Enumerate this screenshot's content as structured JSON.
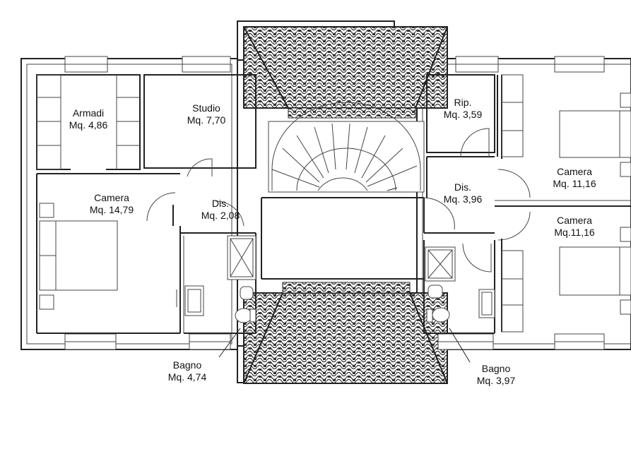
{
  "rooms": {
    "armadi": {
      "name": "Armadi",
      "area": "Mq. 4,86"
    },
    "studio": {
      "name": "Studio",
      "area": "Mq. 7,70"
    },
    "camera_w": {
      "name": "Camera",
      "area": "Mq. 14,79"
    },
    "dis_w": {
      "name": "Dis.",
      "area": "Mq. 2,08"
    },
    "rip": {
      "name": "Rip.",
      "area": "Mq. 3,59"
    },
    "dis_e": {
      "name": "Dis.",
      "area": "Mq. 3,96"
    },
    "camera_ne": {
      "name": "Camera",
      "area": "Mq. 11,16"
    },
    "camera_se": {
      "name": "Camera",
      "area": "Mq.11,16"
    },
    "bagno_w": {
      "name": "Bagno",
      "area": "Mq. 4,74"
    },
    "bagno_e": {
      "name": "Bagno",
      "area": "Mq. 3,97"
    }
  }
}
